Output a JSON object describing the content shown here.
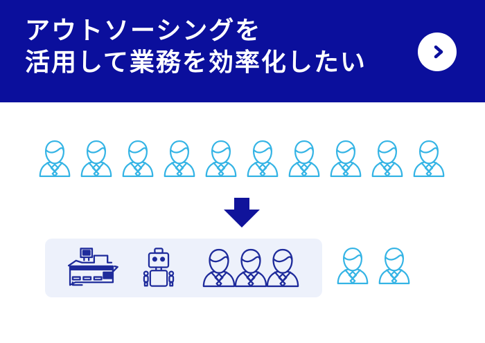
{
  "banner": {
    "title_line1": "アウトソーシングを",
    "title_line2": "活用して業務を効率化したい",
    "cta_icon": "chevron-right-icon"
  },
  "colors": {
    "banner_bg": "#0B0F9C",
    "banner_text": "#FFFFFF",
    "teal": "#35B4E5",
    "navy": "#1E2B9B",
    "arrow": "#10139B",
    "panel_bg": "#EDF1FB",
    "page_bg": "#FFFFFF"
  },
  "illustration": {
    "workers_before": {
      "icon": "businessperson-icon",
      "count": 10,
      "color": "teal"
    },
    "transition": {
      "icon": "arrow-down-icon"
    },
    "outsourced_panel": {
      "machine_icons": [
        "copier-icon",
        "robot-icon"
      ],
      "staff_icon": "businessperson-icon",
      "staff_count": 3,
      "color": "navy"
    },
    "workers_after": {
      "icon": "businessperson-icon",
      "count": 2,
      "color": "teal"
    }
  }
}
